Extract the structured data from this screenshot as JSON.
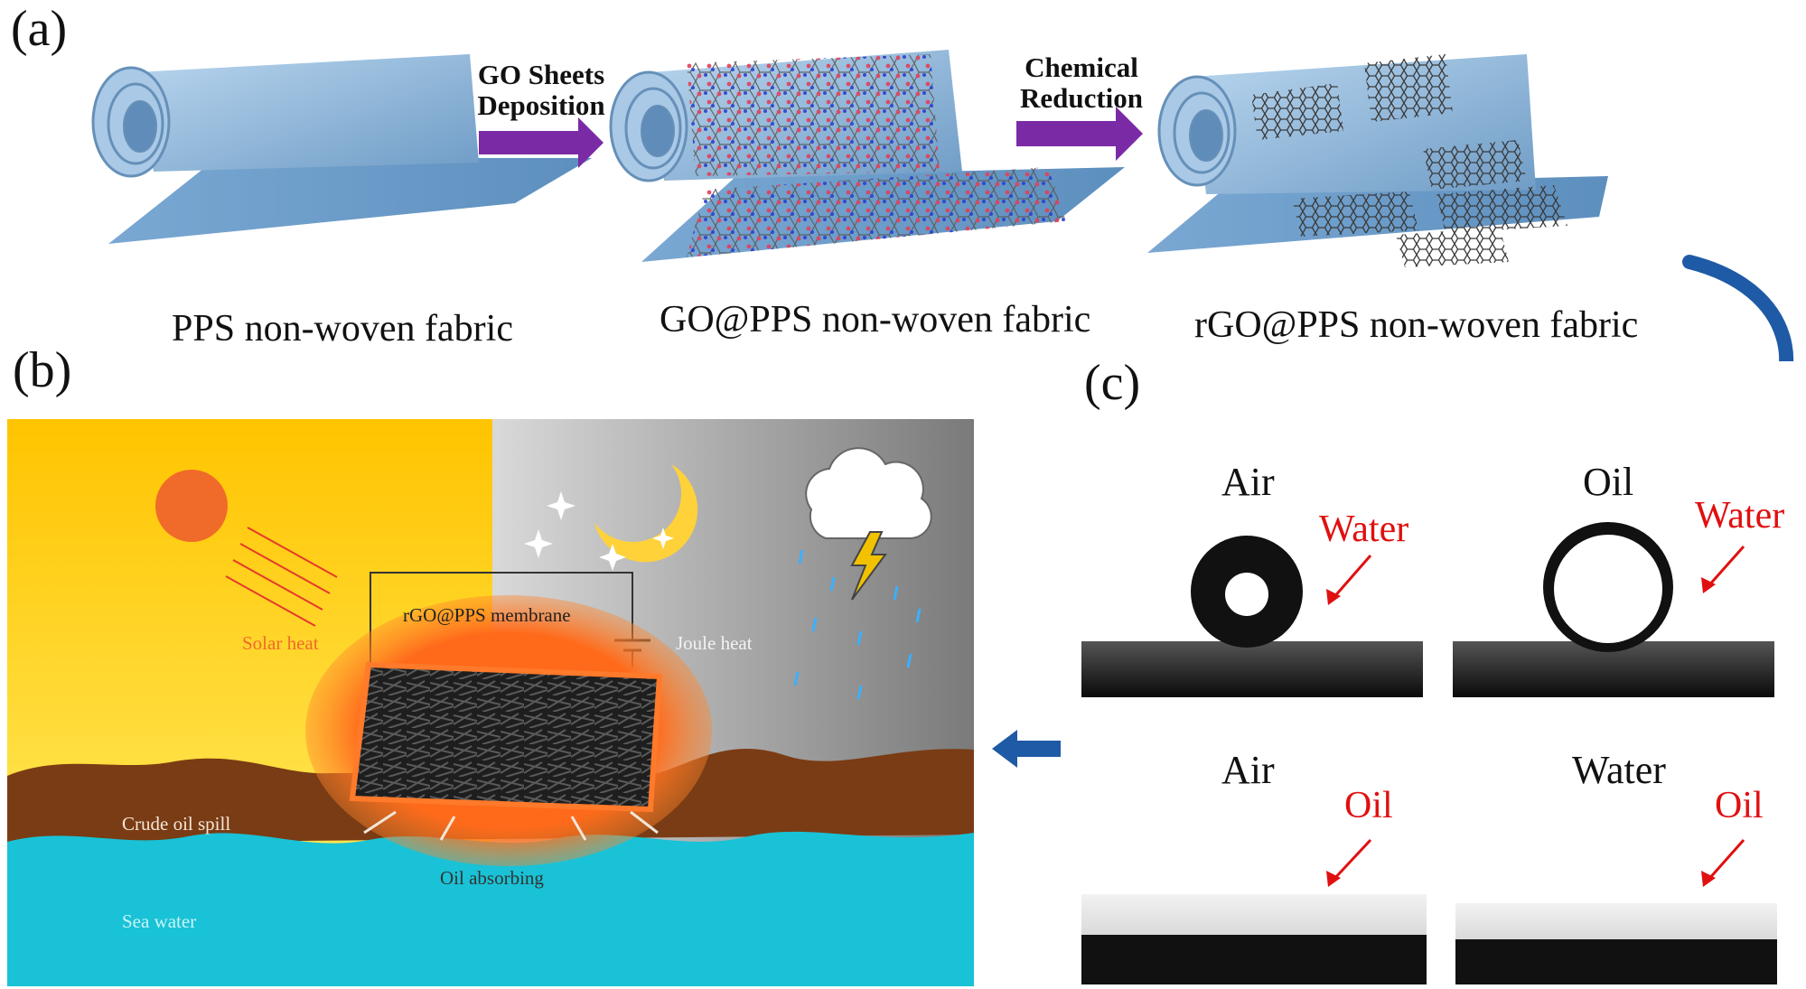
{
  "panel_a": {
    "letter": "(a)",
    "step1": {
      "line1": "GO Sheets",
      "line2": "Deposition"
    },
    "step2": {
      "line1": "Chemical",
      "line2": "Reduction"
    },
    "fabric1": "PPS non-woven fabric",
    "fabric2": "GO@PPS non-woven fabric",
    "fabric3": "rGO@PPS non-woven fabric"
  },
  "panel_b": {
    "letter": "(b)",
    "solar": "Solar heat",
    "membrane": "rGO@PPS membrane",
    "joule": "Joule heat",
    "spill": "Crude oil spill",
    "absorb": "Oil absorbing",
    "sea": "Sea water"
  },
  "panel_c": {
    "letter": "(c)",
    "tl": {
      "medium": "Air",
      "liquid": "Water"
    },
    "tr": {
      "medium": "Oil",
      "liquid": "Water"
    },
    "bl": {
      "medium": "Air",
      "liquid": "Oil"
    },
    "br": {
      "medium": "Water",
      "liquid": "Oil"
    }
  },
  "colors": {
    "fabric": "#8fb8dc",
    "process_arrow": "#7b2aa6",
    "curve_arrow": "#1f5aa6",
    "sun": "#f06a2a",
    "oil": "#7a3c14",
    "sea": "#19c2d6",
    "liquid_label": "#e01010"
  }
}
